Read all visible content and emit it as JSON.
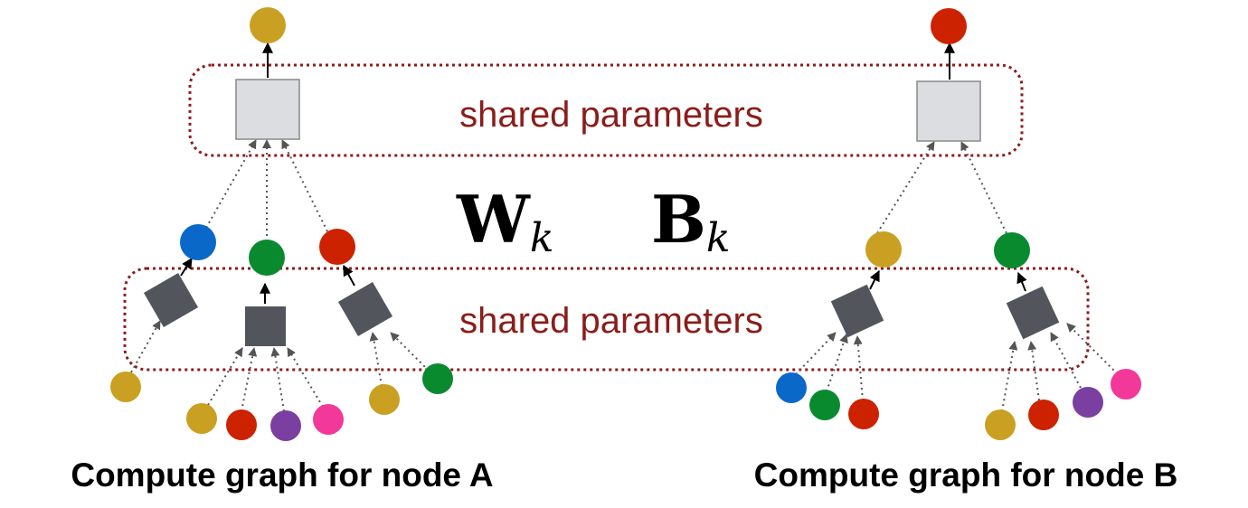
{
  "labels": {
    "shared_top": "shared parameters",
    "shared_bottom": "shared parameters",
    "weight_symbol": "W",
    "weight_subscript": "k",
    "bias_symbol": "B",
    "bias_subscript": "k",
    "caption_a": "Compute graph for node A",
    "caption_b": "Compute graph for node B"
  },
  "colors": {
    "gold": "#c9a022",
    "blue": "#0a68c9",
    "green": "#0a8a2e",
    "red": "#cc2200",
    "purple": "#7a3fa0",
    "pink": "#f2399a",
    "dark_square": "#52565c",
    "light_square": "#dcdde0",
    "shared_box": "#8a1d1a"
  },
  "icons": {
    "aggregator_dark": "dark-square-aggregator",
    "aggregator_light": "light-square-aggregator",
    "node": "filled-circle-node"
  }
}
